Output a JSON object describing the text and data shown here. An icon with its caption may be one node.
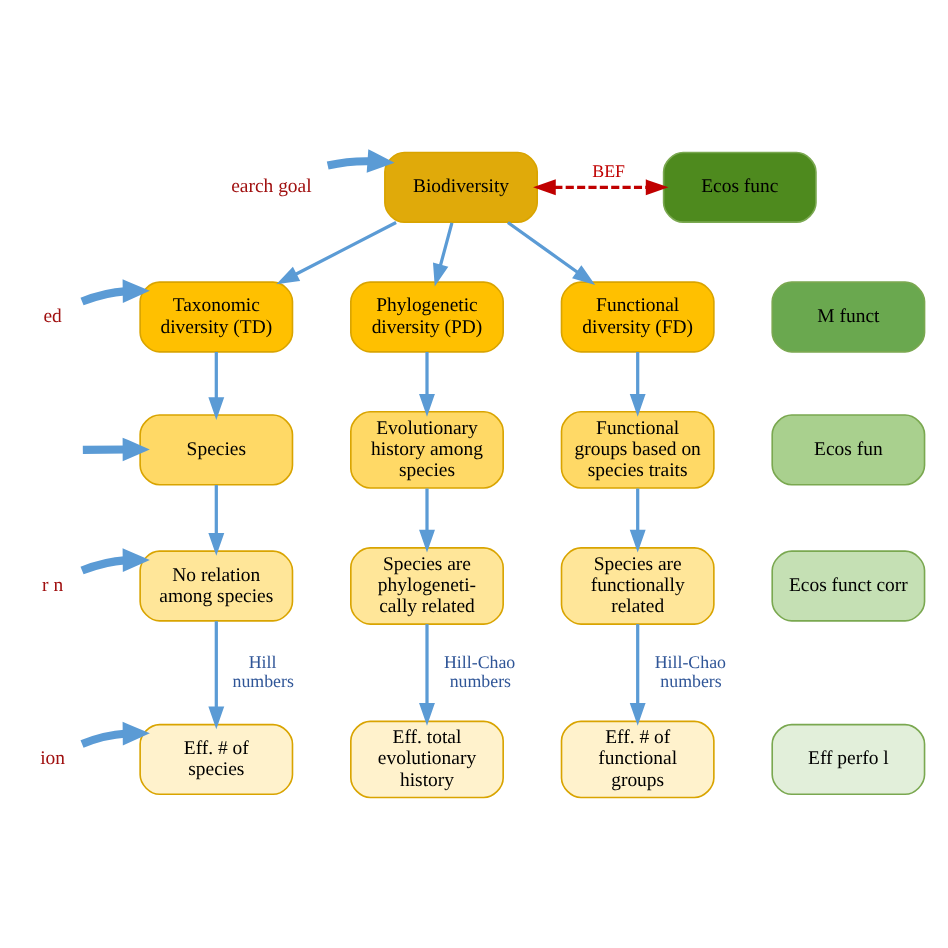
{
  "diagram": {
    "nodes": [
      {
        "text": [
          "Biodiversity"
        ]
      },
      {
        "text": [
          "Taxonomic diversity (TD)"
        ]
      },
      {
        "text": [
          "Phylogenetic diversity (PD)"
        ]
      },
      {
        "text": [
          "Functional diversity (FD)"
        ]
      },
      {
        "text": [
          "Species"
        ]
      },
      {
        "text": [
          "Evolutionary history among species"
        ]
      },
      {
        "text": [
          "Functional groups based on species traits"
        ]
      },
      {
        "text": [
          "No relation among species"
        ]
      },
      {
        "text": [
          "Species are phylogeneti- cally related"
        ]
      },
      {
        "text": [
          "Species are functionally related"
        ]
      },
      {
        "text": [
          "Eff. # of species"
        ]
      },
      {
        "text": [
          "Eff. total evolutionary history"
        ]
      },
      {
        "text": [
          "Eff. # of functional groups"
        ]
      },
      {
        "text": [
          "Ecos func"
        ]
      },
      {
        "text": [
          "M funct"
        ]
      },
      {
        "text": [
          "Ecos fun"
        ]
      },
      {
        "text": [
          "Ecos funct corr"
        ]
      },
      {
        "text": [
          "Eff perfo l"
        ]
      },
      {
        "text": [
          "earch goal"
        ]
      },
      {
        "text": [
          "ed"
        ]
      },
      {
        "text": [
          "r n"
        ]
      },
      {
        "text": [
          "ion"
        ]
      }
    ],
    "edges": [
      {
        "from": 0,
        "to": 1,
        "arrow": "to"
      },
      {
        "from": 0,
        "to": 2,
        "arrow": "to"
      },
      {
        "from": 0,
        "to": 3,
        "arrow": "to"
      },
      {
        "from": 1,
        "to": 4,
        "arrow": "to"
      },
      {
        "from": 2,
        "to": 5,
        "arrow": "to"
      },
      {
        "from": 3,
        "to": 6,
        "arrow": "to"
      },
      {
        "from": 4,
        "to": 7,
        "arrow": "to"
      },
      {
        "from": 5,
        "to": 8,
        "arrow": "to"
      },
      {
        "from": 6,
        "to": 9,
        "arrow": "to"
      },
      {
        "from": 7,
        "to": 10,
        "arrow": "to",
        "label": "Hill numbers"
      },
      {
        "from": 8,
        "to": 11,
        "arrow": "to",
        "label": "Hill-Chao numbers"
      },
      {
        "from": 9,
        "to": 12,
        "arrow": "to",
        "label": "Hill-Chao numbers"
      },
      {
        "from": 0,
        "to": 13,
        "arrow": "both",
        "label": "BEF",
        "style": "dashed",
        "color": "#c00000"
      },
      {
        "from": 18,
        "to": 0,
        "arrow": "to",
        "style": "thick"
      },
      {
        "from": 19,
        "to": 1,
        "arrow": "to",
        "style": "thick"
      },
      {
        "from": null,
        "to": 4,
        "arrow": "to",
        "style": "thick"
      },
      {
        "from": 20,
        "to": 7,
        "arrow": "to",
        "style": "thick"
      },
      {
        "from": 21,
        "to": 10,
        "arrow": "to",
        "style": "thick"
      }
    ]
  }
}
